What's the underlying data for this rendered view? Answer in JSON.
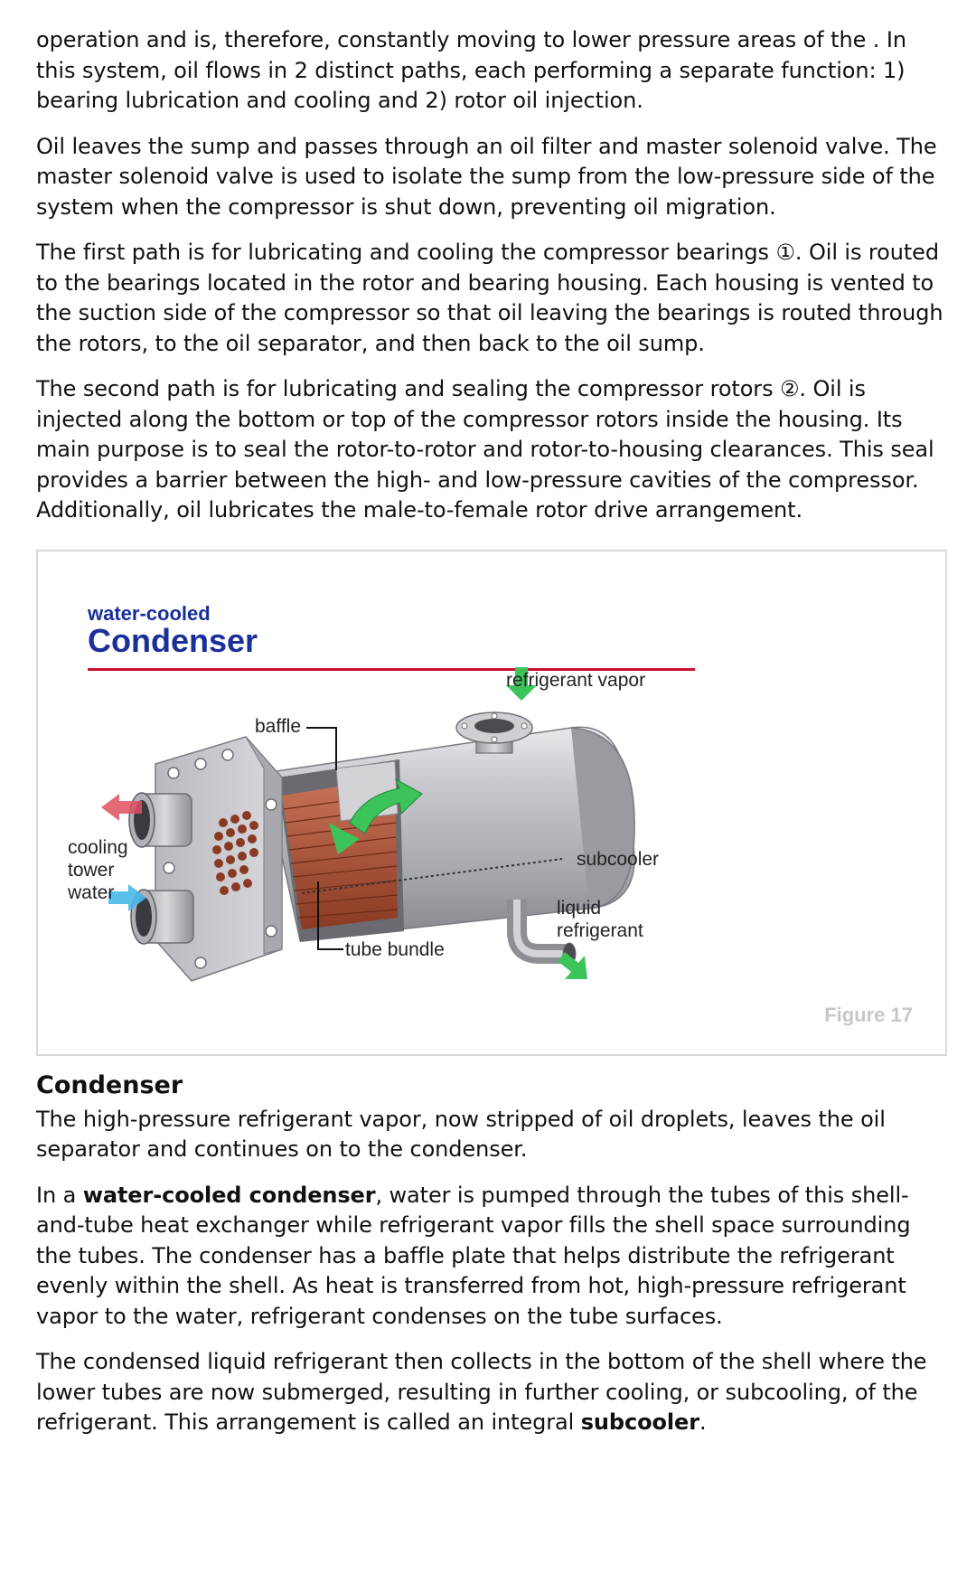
{
  "paragraphs_top": [
    "operation and is, therefore, constantly moving to lower pressure areas of the        . In this system, oil flows in 2 distinct paths, each performing a separate function: 1) bearing lubrication and cooling and 2) rotor oil injection.",
    "Oil leaves the sump and passes through an oil filter and master solenoid valve. The master solenoid valve is used to isolate the sump from the low-pressure side of the system when the compressor is shut down, preventing oil migration.",
    "The first path is for lubricating and cooling the compressor bearings ①. Oil is routed to the bearings located in the rotor and bearing housing. Each housing is vented to the suction side of the compressor so that oil leaving the bearings is routed through the rotors, to the oil separator, and then back to the oil sump.",
    "The second path is for lubricating and sealing the compressor rotors ②. Oil is injected along the bottom or top of the compressor rotors inside the housing. Its main purpose is to seal the rotor-to-rotor and rotor-to-housing clearances. This seal provides a barrier between the high- and low-pressure cavities of the compressor. Additionally, oil lubricates the male-to-female rotor drive arrangement."
  ],
  "figure": {
    "subtitle": "water-cooled",
    "title": "Condenser",
    "labels": {
      "refrigerant_vapor": "refrigerant vapor",
      "baffle": "baffle",
      "cooling_tower_water": "cooling tower water",
      "subcooler": "subcooler",
      "liquid_refrigerant": "liquid refrigerant",
      "tube_bundle": "tube bundle"
    },
    "number": "Figure 17",
    "colors": {
      "title_blue": "#1a2f9a",
      "rule_red": "#c8102e",
      "green_arrow": "#3cc45a",
      "red_arrow": "#e05060",
      "blue_arrow": "#48b8e8"
    }
  },
  "section": {
    "heading": "Condenser",
    "p1": "The high-pressure refrigerant vapor, now stripped of oil droplets, leaves the oil separator and continues on to the condenser.",
    "p2_pre": "In a ",
    "p2_bold": "water-cooled condenser",
    "p2_post": ", water is pumped through the tubes of this shell-and-tube heat exchanger while refrigerant vapor fills the shell space surrounding the tubes. The condenser has a baffle plate that helps distribute the refrigerant evenly within the shell. As heat is transferred from hot, high-pressure refrigerant vapor to the water, refrigerant condenses on the tube surfaces.",
    "p3_pre": "The condensed liquid refrigerant then collects in the bottom of the shell where the lower tubes are now submerged, resulting in further cooling, or subcooling, of the refrigerant. This arrangement is called an integral ",
    "p3_bold": "subcooler",
    "p3_post": "."
  }
}
